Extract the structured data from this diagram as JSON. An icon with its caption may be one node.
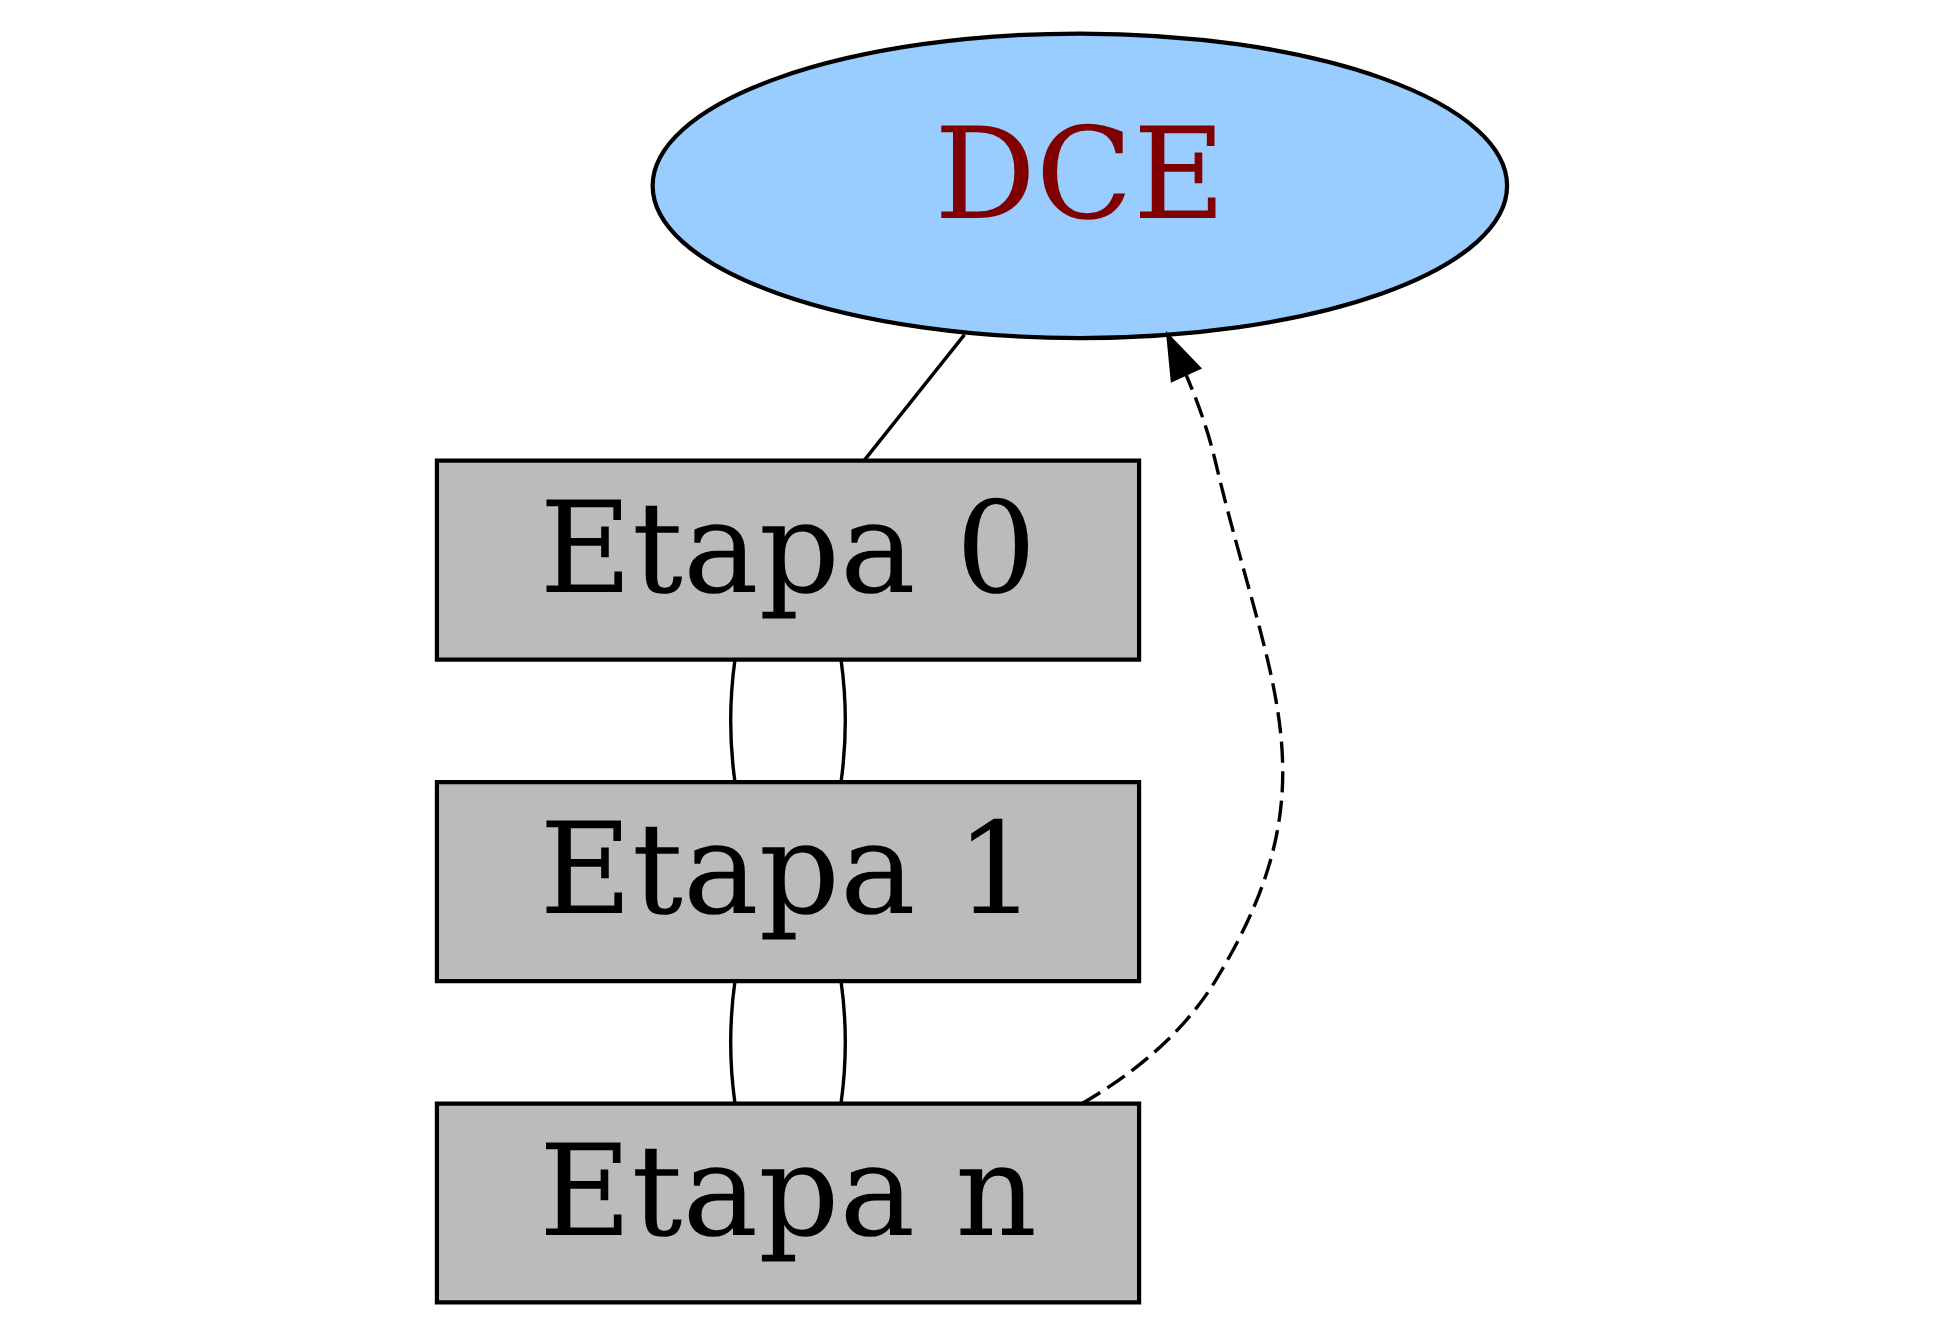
{
  "diagram": {
    "nodes": [
      {
        "text": [
          "DCE"
        ]
      },
      {
        "text": [
          "Etapa 0"
        ]
      },
      {
        "text": [
          "Etapa 1"
        ]
      },
      {
        "text": [
          "Etapa n"
        ]
      }
    ],
    "edges": [
      {
        "from": 0,
        "to": 1,
        "arrow": "none"
      },
      {
        "from": 1,
        "to": 2,
        "arrow": "none"
      },
      {
        "from": 1,
        "to": 2,
        "arrow": "none"
      },
      {
        "from": 2,
        "to": 3,
        "arrow": "none"
      },
      {
        "from": 2,
        "to": 3,
        "arrow": "none"
      },
      {
        "from": 3,
        "to": 0,
        "arrow": "to",
        "style": "dashed"
      }
    ]
  }
}
